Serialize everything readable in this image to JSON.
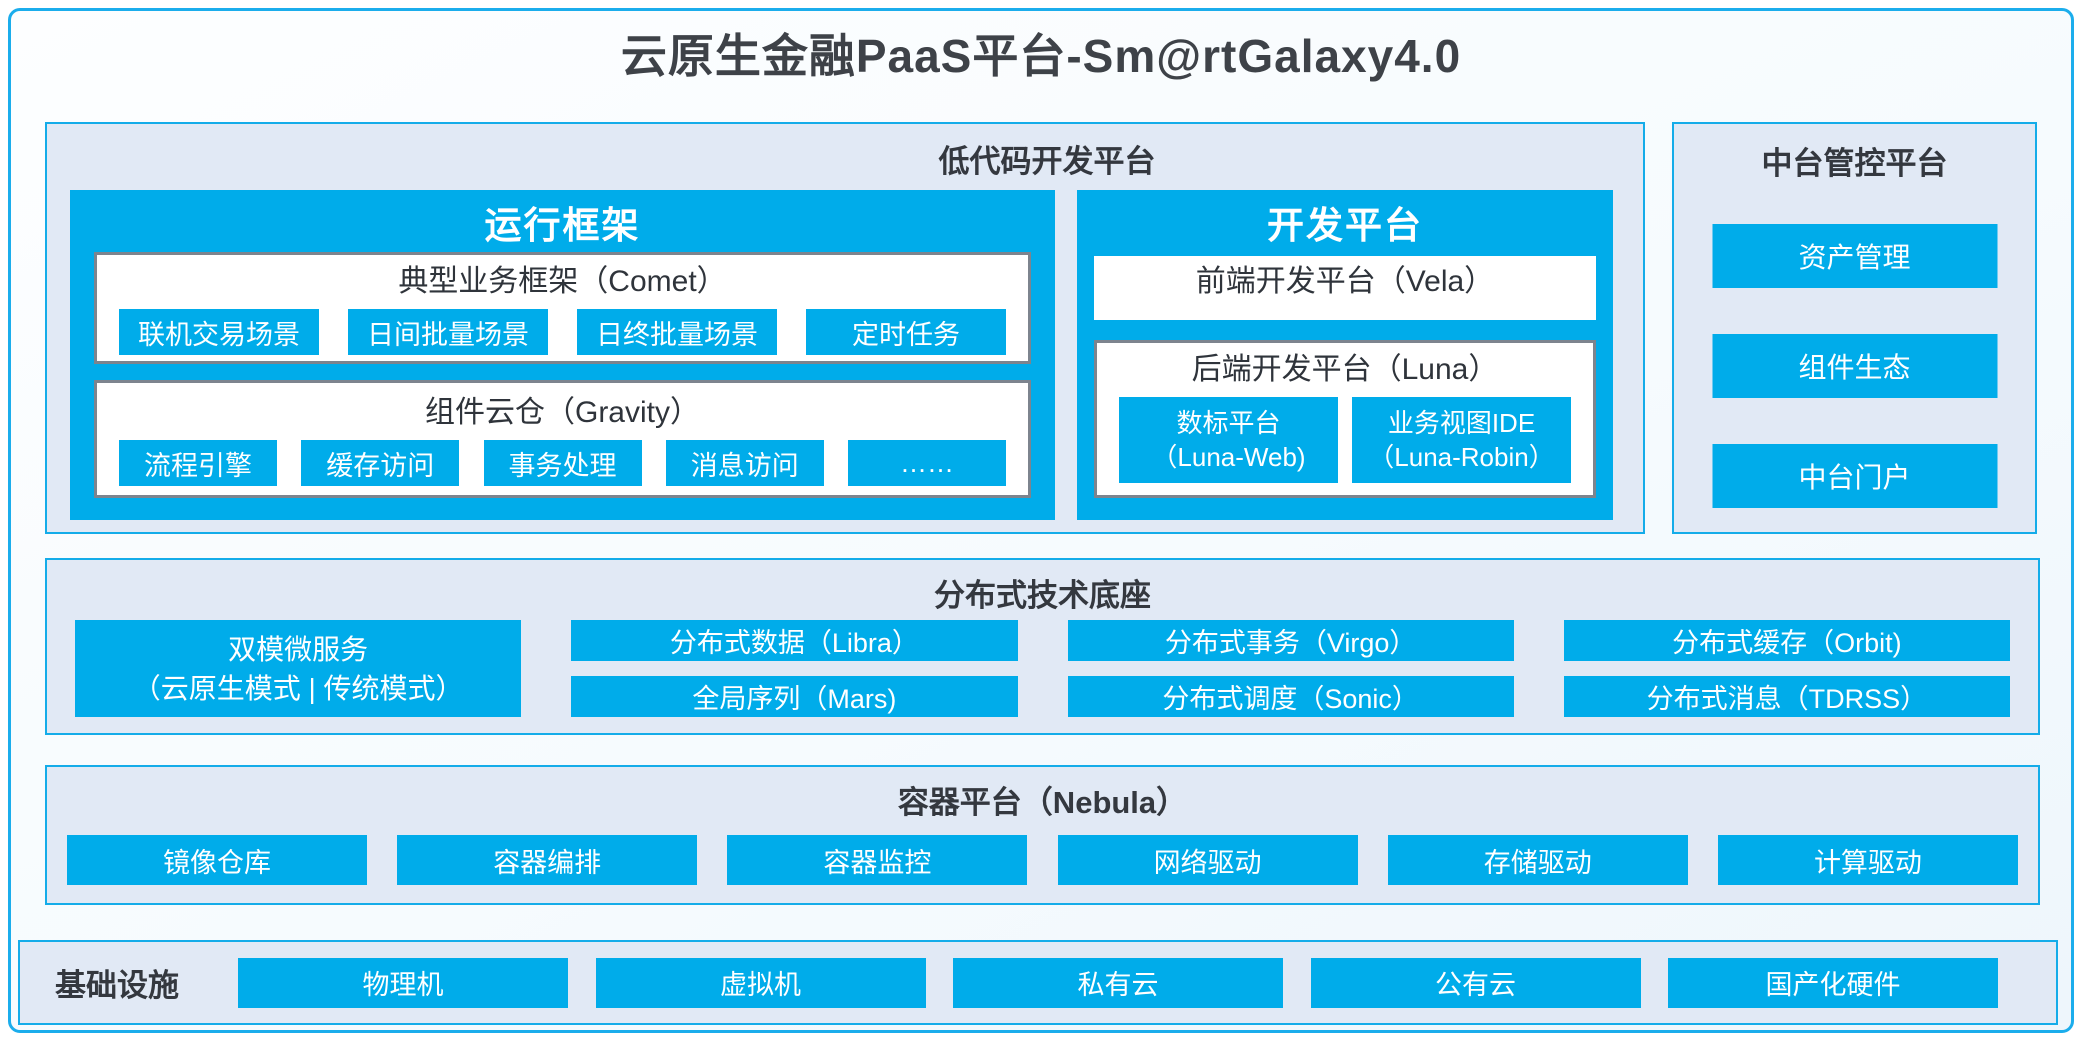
{
  "title": "云原生金融PaaS平台-Sm@rtGalaxy4.0",
  "colors": {
    "accent_blue": "#00acea",
    "panel_background": "#e1e9f5",
    "panel_border_blue": "#14ace9",
    "gray_box_border": "#7d848e",
    "dark_text": "#34383f",
    "white_text": "#ffffff"
  },
  "lowcode": {
    "label": "低代码开发平台",
    "runtime": {
      "title": "运行框架",
      "comet": {
        "title": "典型业务框架（Comet）",
        "items": [
          "联机交易场景",
          "日间批量场景",
          "日终批量场景",
          "定时任务"
        ]
      },
      "gravity": {
        "title": "组件云仓（Gravity）",
        "items": [
          "流程引擎",
          "缓存访问",
          "事务处理",
          "消息访问",
          "……"
        ]
      }
    },
    "dev": {
      "title": "开发平台",
      "vela": "前端开发平台（Vela）",
      "luna": {
        "title": "后端开发平台（Luna）",
        "items": [
          {
            "line1": "数标平台",
            "line2": "（Luna-Web)"
          },
          {
            "line1": "业务视图IDE",
            "line2": "（Luna-Robin）"
          }
        ]
      }
    }
  },
  "midplatform": {
    "label": "中台管控平台",
    "items": [
      "资产管理",
      "组件生态",
      "中台门户"
    ]
  },
  "distributed": {
    "label": "分布式技术底座",
    "dual": {
      "line1": "双模微服务",
      "line2": "（云原生模式 | 传统模式）"
    },
    "columns": [
      [
        "分布式数据（Libra）",
        "全局序列（Mars)"
      ],
      [
        "分布式事务（Virgo）",
        "分布式调度（Sonic）"
      ],
      [
        "分布式缓存（Orbit)",
        "分布式消息（TDRSS）"
      ]
    ]
  },
  "container": {
    "label": "容器平台（Nebula）",
    "items": [
      "镜像仓库",
      "容器编排",
      "容器监控",
      "网络驱动",
      "存储驱动",
      "计算驱动"
    ]
  },
  "infra": {
    "label": "基础设施",
    "items": [
      "物理机",
      "虚拟机",
      "私有云",
      "公有云",
      "国产化硬件"
    ]
  }
}
